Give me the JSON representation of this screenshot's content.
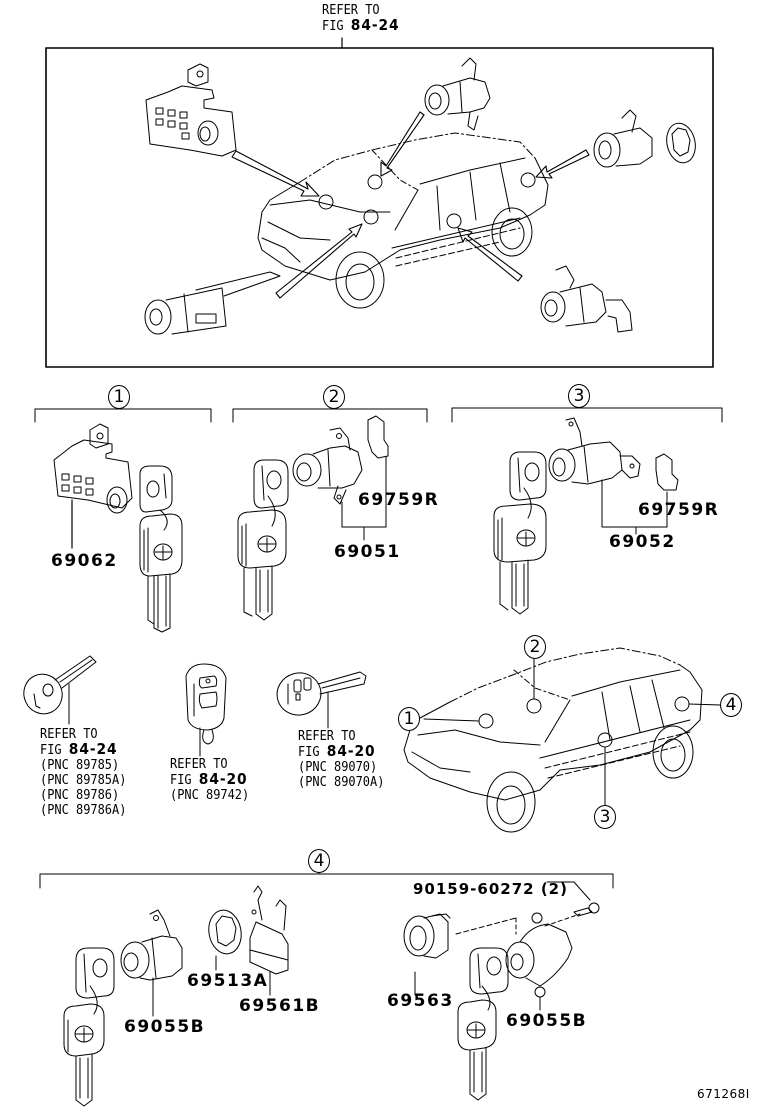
{
  "figure": {
    "top_reference": {
      "line1": "REFER TO",
      "fig_prefix": "FIG",
      "fig_number": "84-24"
    },
    "figure_id": "671268I"
  },
  "overview": {
    "description": "Vehicle lock cylinder locations overview",
    "parts_shown": [
      "ignition-switch-lock-set",
      "ignition-key-cylinder",
      "front-door-lock-cylinder",
      "back-door-lock-cylinder",
      "rear-door-lock-cylinder",
      "back-door-lock-ring"
    ]
  },
  "groups": [
    {
      "callout": "1",
      "parts": [
        {
          "part_number": "69062",
          "name": "ignition-lock-set"
        }
      ]
    },
    {
      "callout": "2",
      "parts": [
        {
          "part_number": "69759R",
          "name": "lock-cylinder-clip"
        },
        {
          "part_number": "69051",
          "name": "door-lock-cylinder-set-front"
        }
      ]
    },
    {
      "callout": "3",
      "parts": [
        {
          "part_number": "69759R",
          "name": "lock-cylinder-clip"
        },
        {
          "part_number": "69052",
          "name": "door-lock-cylinder-set-rear"
        }
      ]
    },
    {
      "callout": "4",
      "parts": [
        {
          "part_number": "69055B",
          "name": "back-door-lock-cylinder-left"
        },
        {
          "part_number": "69513A",
          "name": "lock-ring"
        },
        {
          "part_number": "69561B",
          "name": "lock-retainer"
        },
        {
          "part_number": "90159-60272 (2)",
          "name": "screw"
        },
        {
          "part_number": "69563",
          "name": "lock-bezel"
        },
        {
          "part_number": "69055B",
          "name": "back-door-lock-cylinder-right"
        }
      ]
    }
  ],
  "key_references": [
    {
      "line1": "REFER TO",
      "fig_prefix": "FIG",
      "fig_number": "84-24",
      "pnc": [
        "(PNC 89785)",
        "(PNC 89785A)",
        "(PNC 89786)",
        "(PNC 89786A)"
      ]
    },
    {
      "line1": "REFER TO",
      "fig_prefix": "FIG",
      "fig_number": "84-20",
      "pnc": [
        "(PNC 89742)"
      ]
    },
    {
      "line1": "REFER TO",
      "fig_prefix": "FIG",
      "fig_number": "84-20",
      "pnc": [
        "(PNC 89070)",
        "(PNC 89070A)"
      ]
    }
  ],
  "location_diagram": {
    "callouts": [
      "1",
      "2",
      "3",
      "4"
    ]
  }
}
